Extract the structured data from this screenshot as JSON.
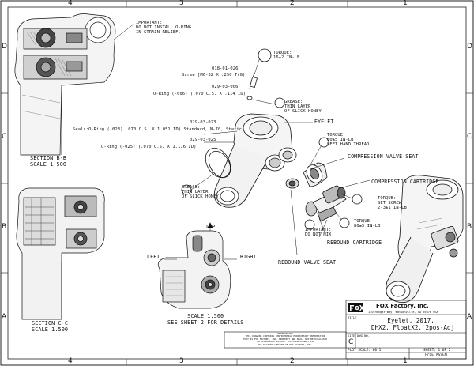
{
  "zones": {
    "columns_top": [
      "4",
      "3",
      "2",
      "1"
    ],
    "columns_bottom": [
      "4",
      "3",
      "2",
      "1"
    ],
    "rows_left": [
      "D",
      "C",
      "B",
      "A"
    ],
    "rows_right": [
      "D",
      "C",
      "B",
      "A"
    ]
  },
  "notes": {
    "important_top": [
      "IMPORTANT:",
      "DO NOT INSTALL O-RING",
      "IN STRAIN RELIEF."
    ],
    "torque_top": [
      "TORQUE:",
      "16±2 IN-LB"
    ],
    "screw_pn": "018-01-026",
    "screw_desc": "Screw [M6-32 X .250 T(G)",
    "oring1_pn": "029-03-006",
    "oring1_desc": "O-Ring (-006) (.070 C.S. X .114 ID)",
    "grease1": [
      "GREASE:",
      "THIN LAYER",
      "OF SLICK HONEY"
    ],
    "eyelet": "EYELET",
    "oring2_pn": "029-03-023",
    "oring2_desc": "Seals:O-Ring (-023) .070 C.S. X 1.051 ID) Standard, N-70, Static",
    "oring3_pn": "029-03-025",
    "oring3_desc": "O-Ring (-025) (.070 C.S. X 1.176 ID)",
    "grease2": [
      "GREASE:",
      "THIN LAYER",
      "OF SLICK HONEY"
    ],
    "torque_mid": [
      "TORQUE:",
      "80±5 IN-LB",
      "LEFT HAND THREAD"
    ],
    "compression_valve_seat": "COMPRESSION VALVE SEAT",
    "compression_cartridge": "COMPRESSION CARTRIDGE",
    "torque_set": [
      "TORQUE:",
      "SET SCREW",
      "2-3±1 IN-LB"
    ],
    "torque_rebound": [
      "TORQUE:",
      "80±5 IN-LB"
    ],
    "important_mix": [
      "IMPORTANT:",
      "DO NOT MIX"
    ],
    "rebound_cartridge": "REBOUND CARTRIDGE",
    "rebound_valve_seat": "REBOUND VALVE SEAT",
    "section_bb": [
      "SECTION  B-B",
      "SCALE  1.500"
    ],
    "section_cc": [
      "SECTION  C-C",
      "SCALE  1.500"
    ],
    "view_top": "TOP",
    "view_left": "LEFT",
    "view_right": "RIGHT",
    "view_scale": [
      "SCALE  1.500",
      "SEE SHEET 2 FOR DETAILS"
    ]
  },
  "title_block": {
    "company": "FOX Factory, Inc.",
    "address_lines": [
      "130 Hangar Way, Watsonville, CA 95076 USA"
    ],
    "title_label": "TITLE",
    "title_lines": [
      "Eyelet, 2017,",
      "DHX2, FloatX2, 2pos-Adj"
    ],
    "size_label": "SIZE",
    "dwg_label": "DWG NO.",
    "size": "C",
    "plot_scale": "PLOT SCALE: 00:1",
    "sheet": "SHEET: 1 OF 2",
    "proprietary": [
      "PROPRIETARY",
      "THIS DRAWING CONTAINS CONFIDENTIAL PROPRIETARY INFORMATION",
      "THAT IS FOX FACTORY, INC. PROPERTY AND SHALL NOT BE DISCLOSED",
      "OR REPRODUCED WITHOUT THE EXPRESS WRITTEN",
      "FOX FACTORY CONSENT OF FOX FACTORY, INC."
    ],
    "footer": "ProE ASSEM"
  }
}
